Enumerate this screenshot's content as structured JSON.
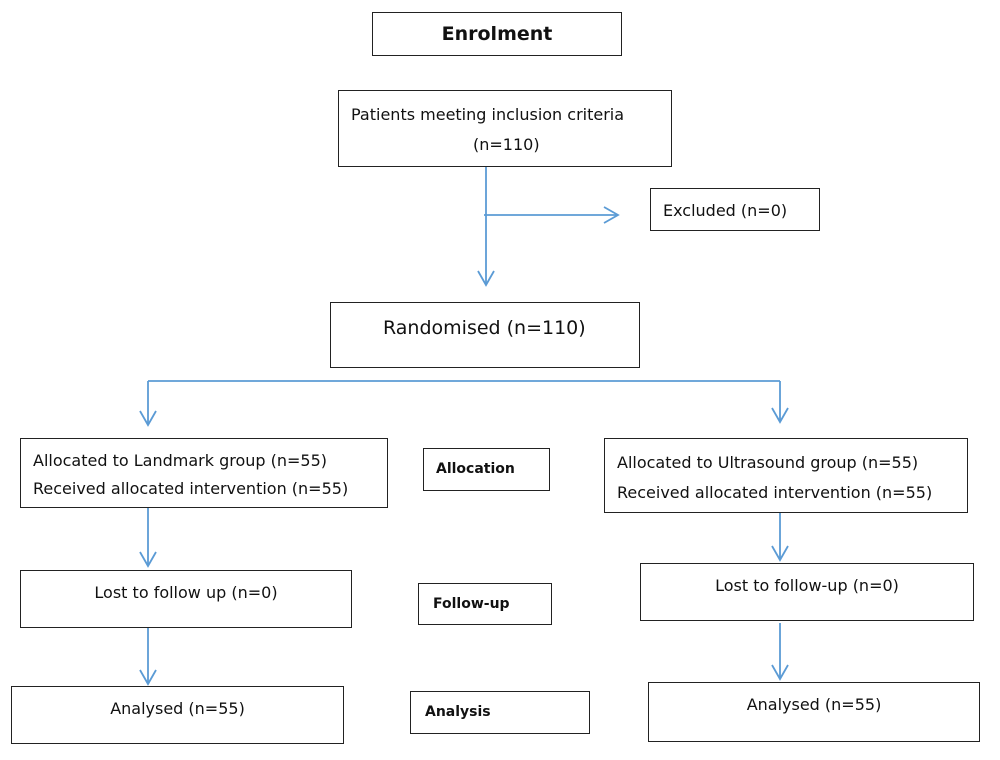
{
  "stages": {
    "enrolment": "Enrolment",
    "allocation": "Allocation",
    "follow_up": "Follow-up",
    "analysis": "Analysis"
  },
  "inclusion": {
    "line1": "Patients meeting inclusion criteria",
    "line2": "(n=110)"
  },
  "excluded": "Excluded (n=0)",
  "randomised": "Randomised (n=110)",
  "landmark": {
    "allocated": "Allocated to Landmark group (n=55)",
    "received": "Received allocated intervention (n=55)",
    "lost": "Lost to follow up (n=0)",
    "analysed": "Analysed (n=55)"
  },
  "ultrasound": {
    "allocated": "Allocated to Ultrasound group (n=55)",
    "received": "Received allocated intervention (n=55)",
    "lost": "Lost to follow-up (n=0)",
    "analysed": "Analysed (n=55)"
  },
  "colors": {
    "arrow": "#5b9bd5",
    "border": "#222222"
  }
}
